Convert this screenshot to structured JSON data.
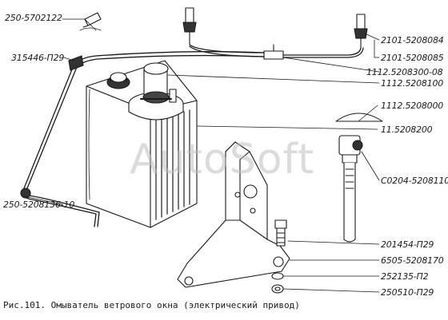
{
  "labels": {
    "p250_5702122": "250-5702122",
    "p315446_p29": "315446-П29",
    "p250_5208136_10": "250-5208136-10",
    "p2101_5208084": "2101-5208084",
    "p2101_5208085": "2101-5208085",
    "p1112_5208300_08": "1112.5208300-08",
    "p1112_5208100": "1112.5208100",
    "p1112_5208000": "1112.5208000",
    "p1152_08200": "11.5208200",
    "p0204_5208110": "С0204-5208110",
    "p201454_p29": "201454-П29",
    "p6505_5208170": "6505-5208170",
    "p252135_p2": "252135-П2",
    "p250510_p29": "250510-П29"
  },
  "caption": "Рис.101. Омыватель ветрового окна (электрический привод)",
  "watermark": "AutoSoft",
  "colors": {
    "ink": "#1a1a1a",
    "shade": "#555555",
    "paper": "#ffffff"
  }
}
